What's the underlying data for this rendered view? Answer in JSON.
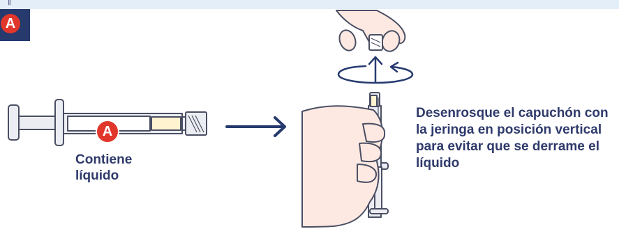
{
  "header": {
    "glyph": "‖"
  },
  "step": {
    "badge_letter": "A"
  },
  "syringe": {
    "badge_letter": "A",
    "label_line1": "Contiene",
    "label_line2": "líquido"
  },
  "instruction": "Desenrosque el capuchón con la jeringa en posición vertical para evitar que se derrame el líquido",
  "colors": {
    "navy": "#263a6e",
    "text": "#2f3a6b",
    "red": "#e0362b",
    "outline": "#4a4f63",
    "skin": "#fde9e2",
    "liquid": "#fff4cf",
    "syringe_fill": "#ecedf2"
  }
}
